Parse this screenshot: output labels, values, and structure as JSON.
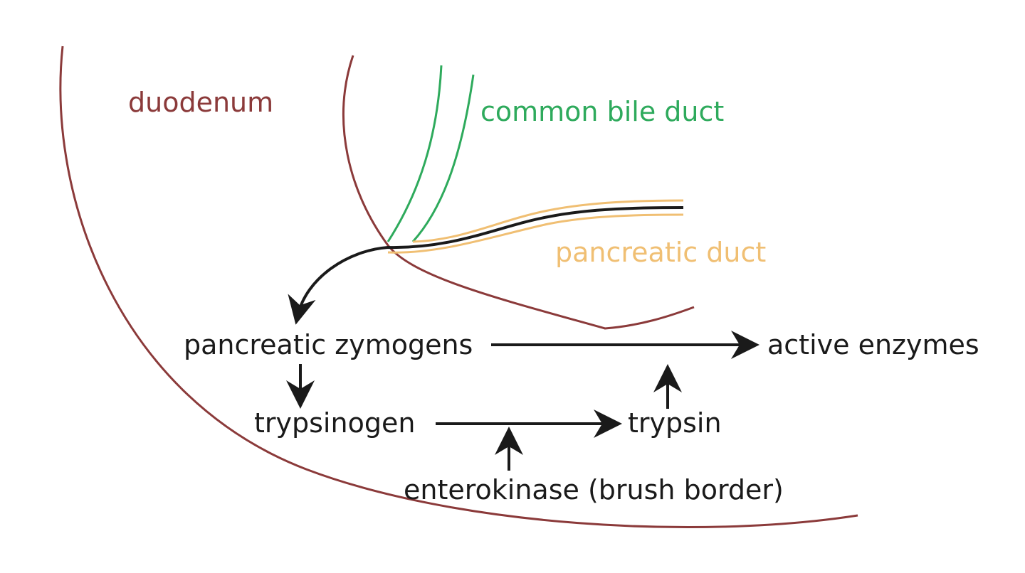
{
  "colors": {
    "duodenum": "#8b3a3a",
    "bile_duct": "#2eaa5c",
    "pancreatic_duct": "#f0bf73",
    "flow": "#1a1a1a",
    "background": "#ffffff"
  },
  "labels": {
    "duodenum": "duodenum",
    "common_bile_duct": "common bile duct",
    "pancreatic_duct": "pancreatic duct",
    "pancreatic_zymogens": "pancreatic zymogens",
    "active_enzymes": "active enzymes",
    "trypsinogen": "trypsinogen",
    "trypsin": "trypsin",
    "enterokinase": "enterokinase (brush border)"
  }
}
